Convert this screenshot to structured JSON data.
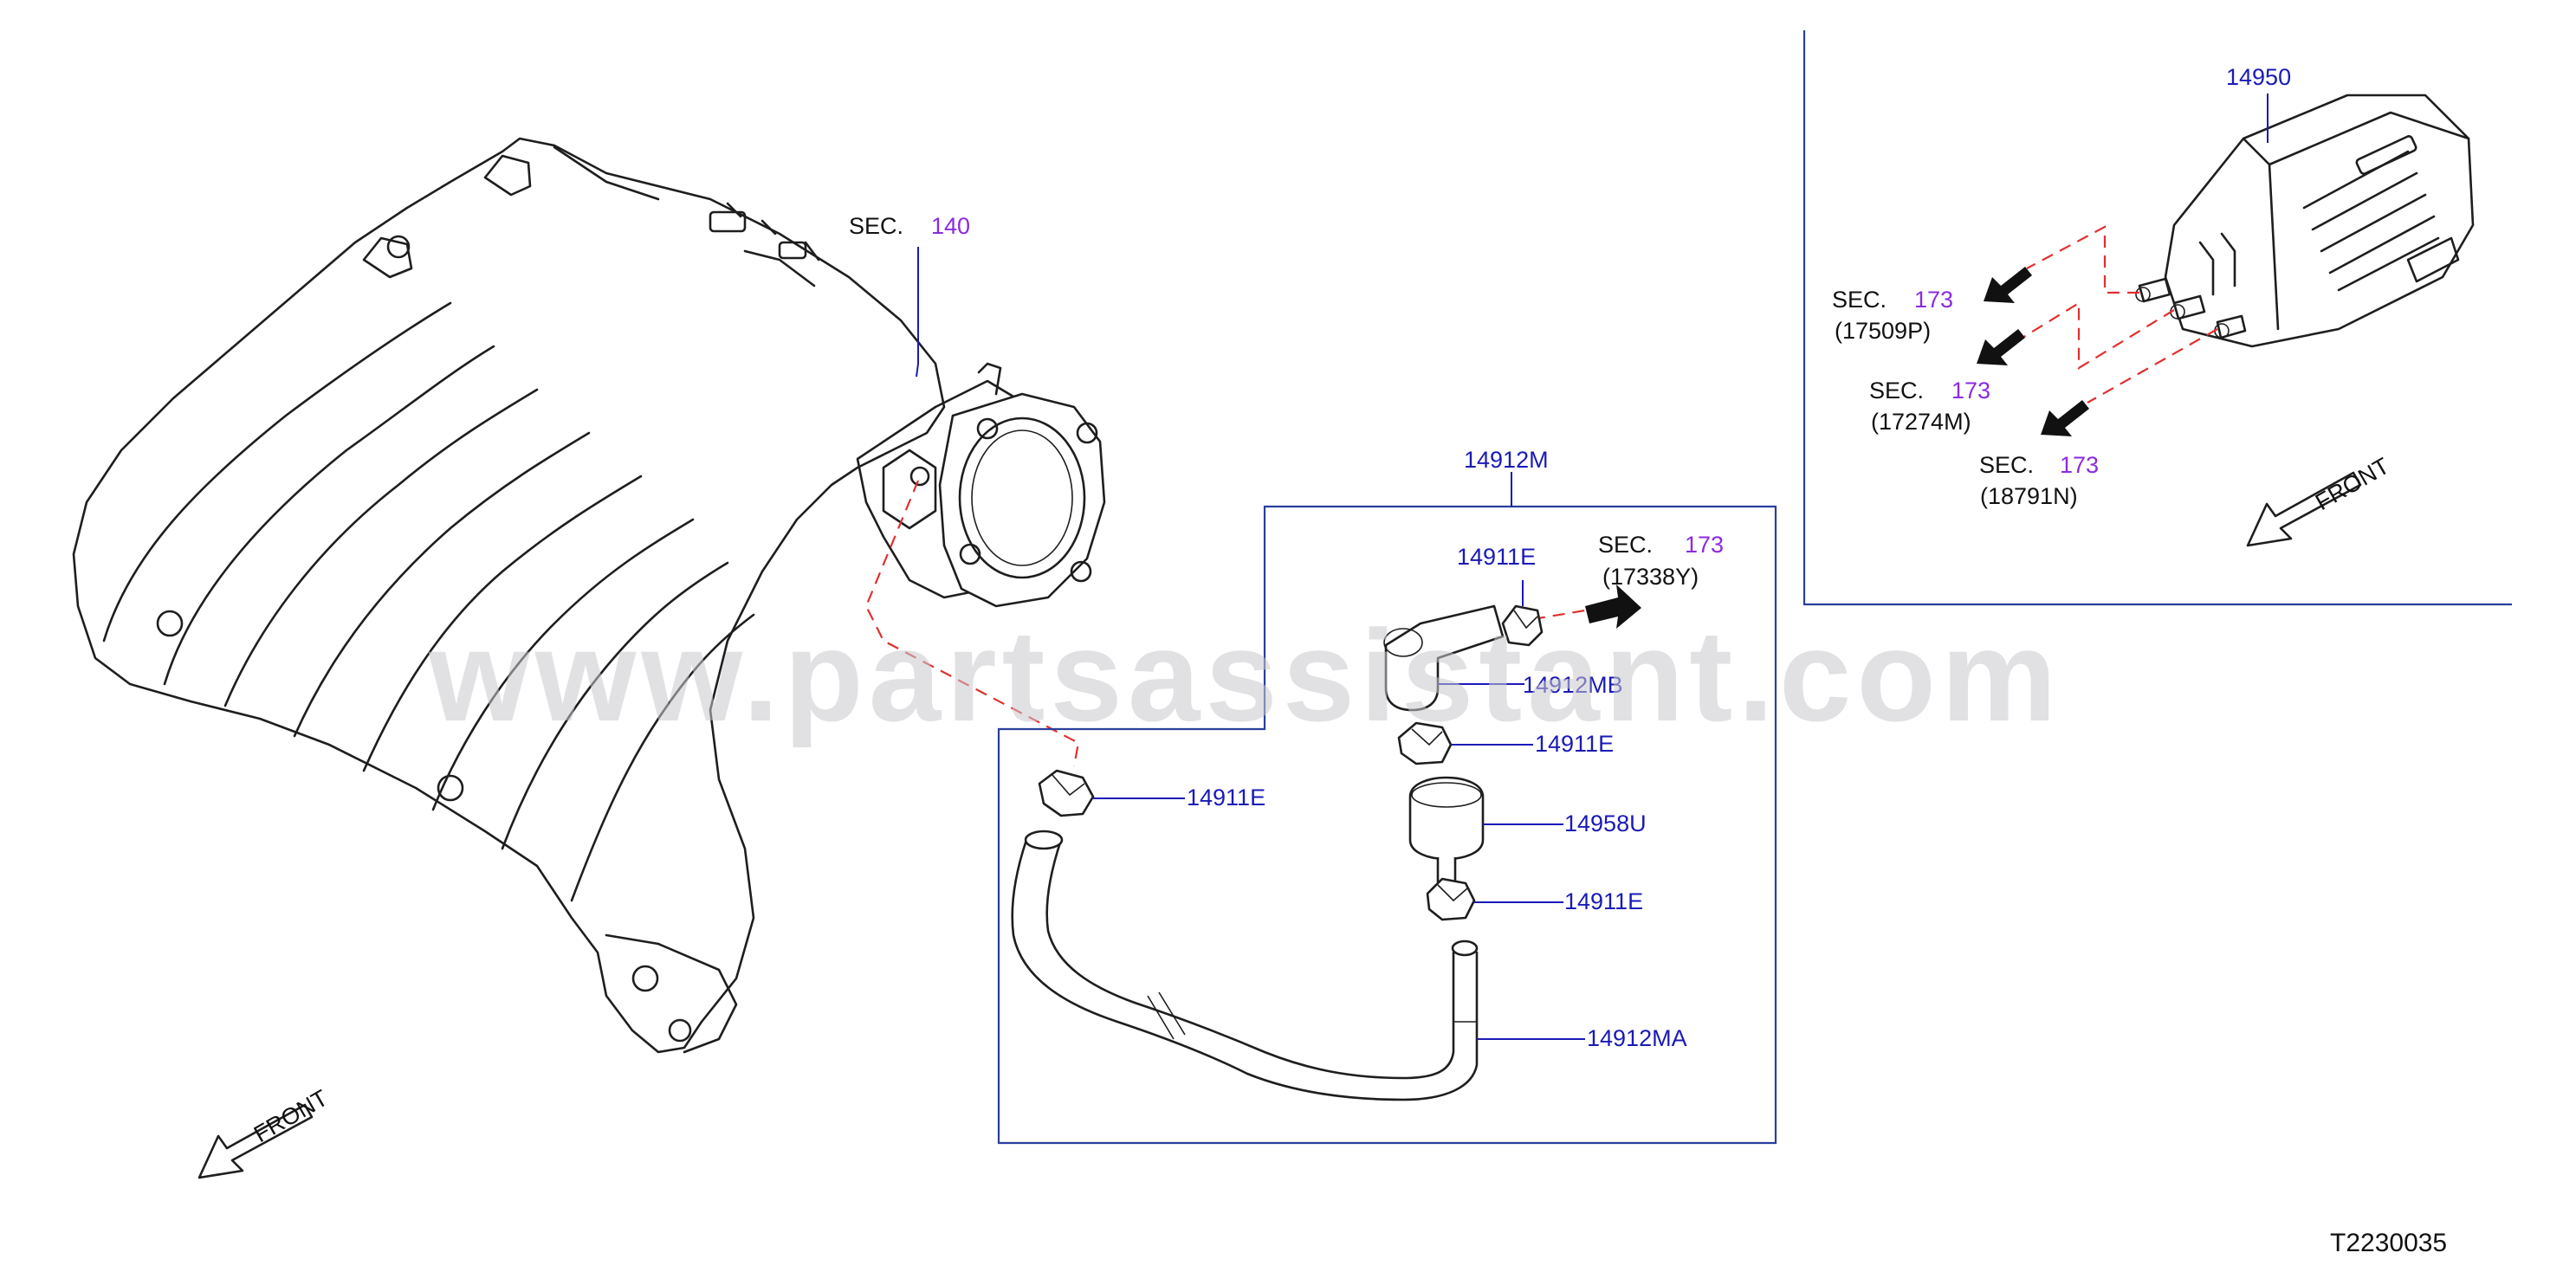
{
  "watermark": "www.partsassistant.com",
  "diagram_code": "T2230035",
  "front_label": "FRONT",
  "sec_prefix": "SEC.",
  "sections": {
    "intake": {
      "num": "140"
    },
    "right": {
      "num": "173",
      "code": "(17338Y)"
    },
    "canister_a": {
      "num": "173",
      "code": "(17509P)"
    },
    "canister_b": {
      "num": "173",
      "code": "(17274M)"
    },
    "canister_c": {
      "num": "173",
      "code": "(18791N)"
    }
  },
  "parts": {
    "hose_assembly": "14912M",
    "clamp_top": "14911E",
    "hose_elbow": "14912MB",
    "clamp_mid": "14911E",
    "clamp_left": "14911E",
    "valve": "14958U",
    "clamp_lower": "14911E",
    "hose_main": "14912MA",
    "canister": "14950"
  },
  "colors": {
    "part_number": "#1a1ab8",
    "section_number": "#8a2be2",
    "dashed_connection": "#e03030",
    "frame": "#2a3f9e"
  }
}
